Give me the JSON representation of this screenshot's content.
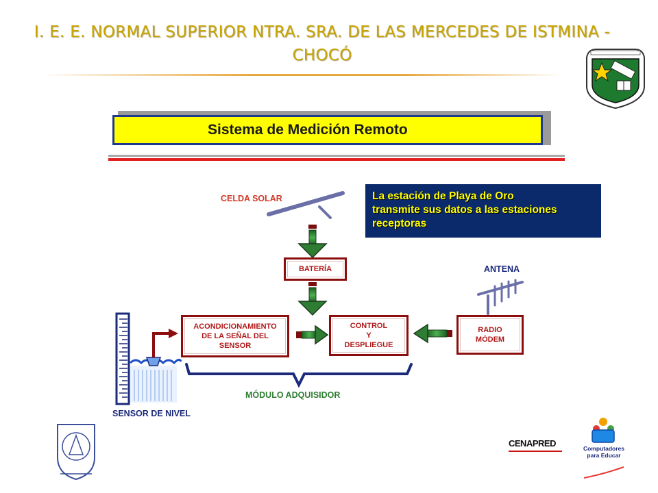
{
  "header": {
    "title_line1": "I. E. E. NORMAL SUPERIOR NTRA. SRA. DE LAS MERCEDES DE ISTMINA -",
    "title_line2": "CHOCÓ"
  },
  "banner": {
    "title": "Sistema de Medición Remoto"
  },
  "callout": {
    "line1": "La estación de Playa de Oro",
    "line2": "transmite sus datos a las estaciones",
    "line3": "receptoras"
  },
  "diagram": {
    "celda_solar": "CELDA SOLAR",
    "bateria": "BATERÍA",
    "antena": "ANTENA",
    "acond_line1": "ACONDICIONAMIENTO",
    "acond_line2": "DE LA SEÑAL DEL",
    "acond_line3": "SENSOR",
    "control_line1": "CONTROL",
    "control_line2": "Y",
    "control_line3": "DESPLIEGUE",
    "radio_line1": "RADIO",
    "radio_line2": "MÓDEM",
    "modulo": "MÓDULO ADQUISIDOR",
    "sensor_nivel": "SENSOR DE NIVEL"
  },
  "logos": {
    "cenapred": "CENAPRED",
    "computadores": "Computadores",
    "computadores_sub": "para Educar"
  },
  "colors": {
    "header_gold": "#c8a400",
    "banner_yellow": "#ffff00",
    "callout_navy": "#0b2a6b",
    "box_border": "#8b0d0d",
    "arrow_green": "#2e7d32",
    "rule_red": "#e32020"
  }
}
